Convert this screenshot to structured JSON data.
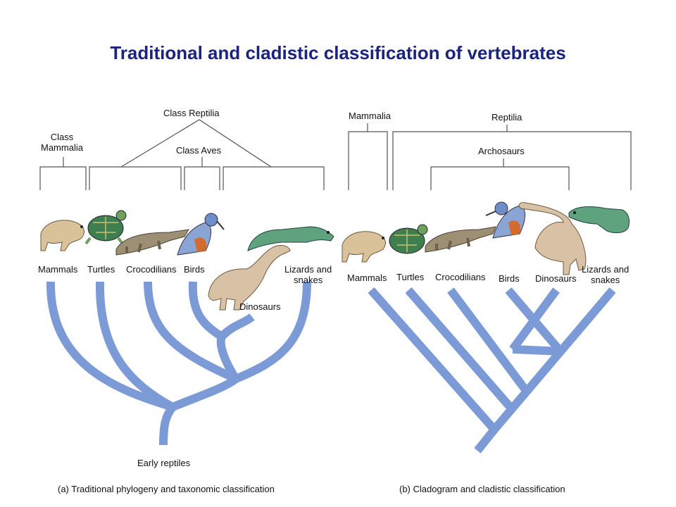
{
  "title": "Traditional and cladistic classification of vertebrates",
  "colors": {
    "title": "#1a237e",
    "branch": "#7b9ad6",
    "bracket": "#555555",
    "mammal": "#d9c19a",
    "turtle_shell": "#3f7f4f",
    "crocodile": "#9c8f73",
    "bird_blue": "#8aa4d4",
    "bird_orange": "#d36a2e",
    "dinosaur": "#d8c1a4",
    "lizard": "#5fa27e"
  },
  "panel_a": {
    "groups": {
      "class_reptilia": "Class Reptilia",
      "class_mammalia": "Class\nMammalia",
      "class_aves": "Class Aves"
    },
    "taxa": {
      "mammals": "Mammals",
      "turtles": "Turtles",
      "crocodilians": "Crocodilians",
      "birds": "Birds",
      "lizards": "Lizards and\nsnakes",
      "dinosaurs": "Dinosaurs"
    },
    "root": "Early reptiles",
    "caption": "(a) Traditional phylogeny and taxonomic classification"
  },
  "panel_b": {
    "groups": {
      "mammalia": "Mammalia",
      "reptilia": "Reptilia",
      "archosaurs": "Archosaurs"
    },
    "taxa": {
      "mammals": "Mammals",
      "turtles": "Turtles",
      "crocodilians": "Crocodilians",
      "birds": "Birds",
      "dinosaurs": "Dinosaurs",
      "lizards": "Lizards and\nsnakes"
    },
    "caption": "(b) Cladogram and cladistic classification"
  }
}
